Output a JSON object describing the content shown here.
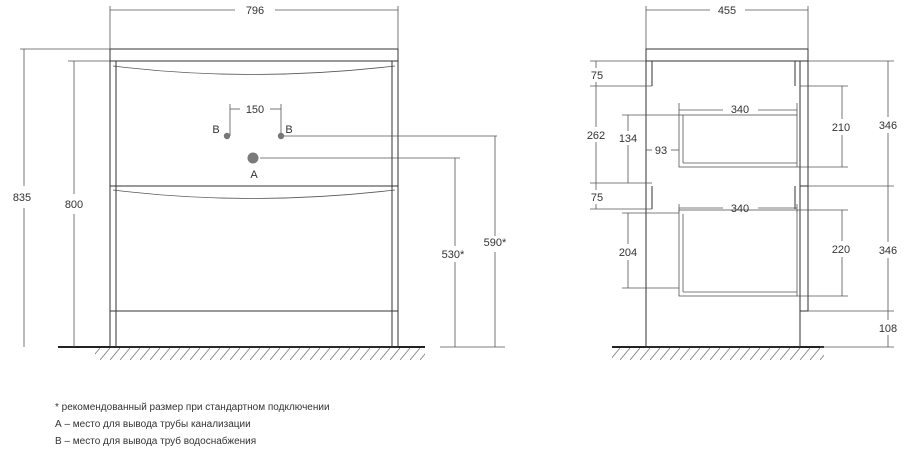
{
  "front_view": {
    "width_label": "796",
    "total_height_label": "835",
    "body_height_label": "800",
    "pipe_spacing_label": "150",
    "point_b_left": "B",
    "point_b_right": "B",
    "point_a": "A",
    "height_a_label": "530*",
    "height_b_label": "590*"
  },
  "side_view": {
    "depth_label": "455",
    "top_gap_label": "75",
    "upper_height_label": "262",
    "upper_inner_label": "134",
    "upper_offset_label": "93",
    "upper_drawer_width_label": "340",
    "upper_drawer_height_label": "210",
    "upper_section_label": "346",
    "middle_gap_label": "75",
    "lower_drawer_width_label": "340",
    "lower_height_label": "204",
    "lower_drawer_height_label": "220",
    "lower_section_label": "346",
    "plinth_label": "108"
  },
  "notes": [
    "* рекомендованный размер при стандартном подключении",
    "А – место для вывода трубы канализации",
    "В – место для вывода труб водоснабжения"
  ]
}
